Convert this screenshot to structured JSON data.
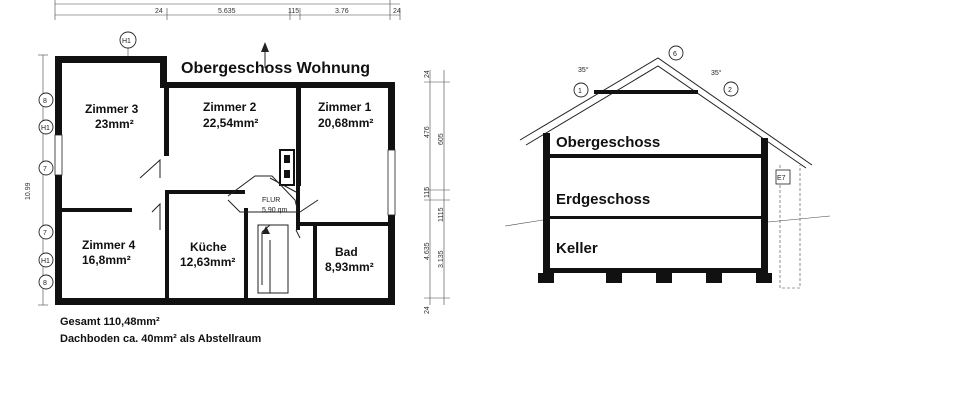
{
  "plan": {
    "title": "Obergeschoss Wohnung",
    "rooms": [
      {
        "name": "Zimmer 3",
        "area": "23mm²"
      },
      {
        "name": "Zimmer 2",
        "area": "22,54mm²"
      },
      {
        "name": "Zimmer 1",
        "area": "20,68mm²"
      },
      {
        "name": "Zimmer 4",
        "area": "16,8mm²"
      },
      {
        "name": "Küche",
        "area": "12,63mm²"
      },
      {
        "name": "Bad",
        "area": "8,93mm²"
      }
    ],
    "hall": {
      "name": "FLUR",
      "area": "5,90 qm"
    },
    "total": "Gesamt 110,48mm²",
    "attic": "Dachboden ca. 40mm² als Abstellraum",
    "top_dims": [
      "24",
      "5.635",
      "115",
      "3.76",
      "24"
    ],
    "right_dims": [
      "24",
      "476",
      "605",
      "115",
      "1115",
      "4.635",
      "3.135",
      "24"
    ],
    "left_dim": "10.99",
    "markers_left": [
      "8",
      "H1",
      "7",
      "7",
      "H1",
      "8"
    ],
    "marker_top": "H1"
  },
  "section": {
    "levels": [
      "Obergeschoss",
      "Erdgeschoss",
      "Keller"
    ],
    "roof_angles": [
      "35°",
      "35°"
    ],
    "markers": [
      "1",
      "6",
      "2",
      "E7"
    ]
  }
}
